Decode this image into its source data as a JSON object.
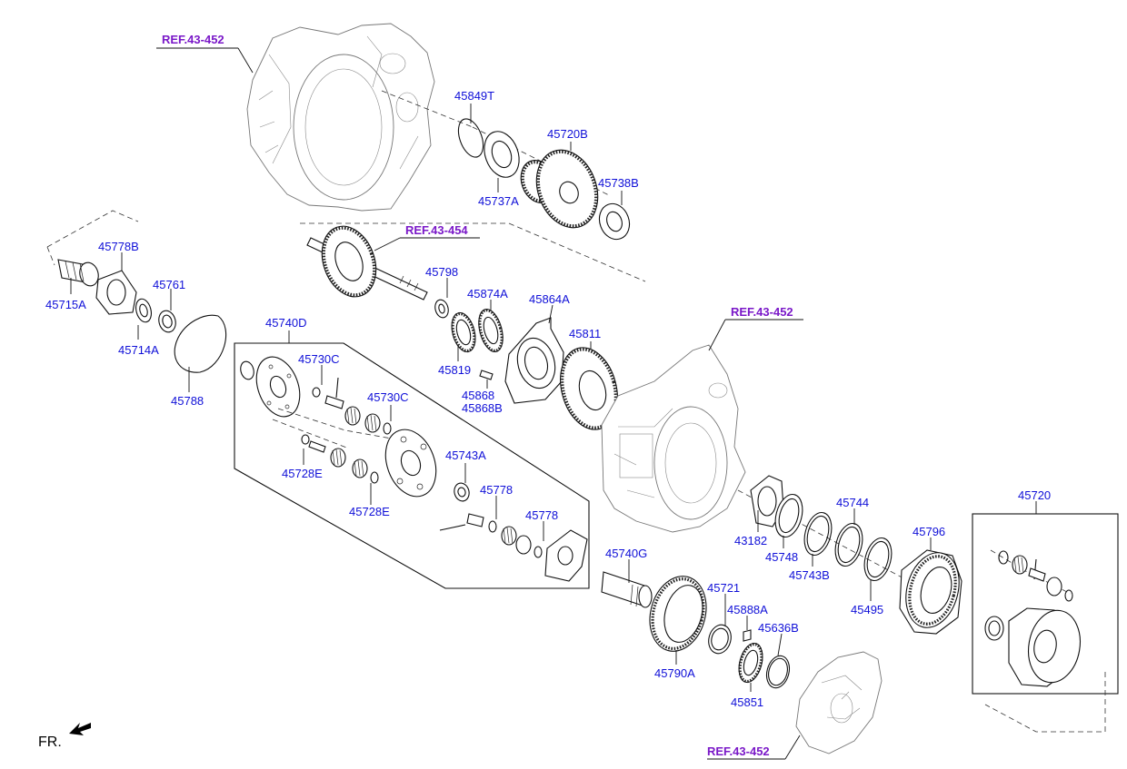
{
  "colors": {
    "part_number": "#1010d8",
    "reference": "#7a18c8",
    "line": "#111111"
  },
  "references": {
    "ref_top": "REF.43-452",
    "ref_shaft": "REF.43-454",
    "ref_mid": "REF.43-452",
    "ref_bottom": "REF.43-452"
  },
  "parts": {
    "p45849T": "45849T",
    "p45720B": "45720B",
    "p45737A": "45737A",
    "p45738B": "45738B",
    "p45778B": "45778B",
    "p45715A": "45715A",
    "p45761": "45761",
    "p45714A": "45714A",
    "p45788": "45788",
    "p45798": "45798",
    "p45874A": "45874A",
    "p45864A": "45864A",
    "p45811": "45811",
    "p45819": "45819",
    "p45868": "45868",
    "p45868B": "45868B",
    "p45740D": "45740D",
    "p45730C_1": "45730C",
    "p45730C_2": "45730C",
    "p45743A": "45743A",
    "p45728E_1": "45728E",
    "p45728E_2": "45728E",
    "p45778_1": "45778",
    "p45778_2": "45778",
    "p45740G": "45740G",
    "p45721": "45721",
    "p45888A": "45888A",
    "p45636B": "45636B",
    "p45790A": "45790A",
    "p45851": "45851",
    "p43182": "43182",
    "p45748": "45748",
    "p45743B": "45743B",
    "p45744": "45744",
    "p45495": "45495",
    "p45796": "45796",
    "p45720": "45720"
  },
  "direction": {
    "label": "FR."
  }
}
